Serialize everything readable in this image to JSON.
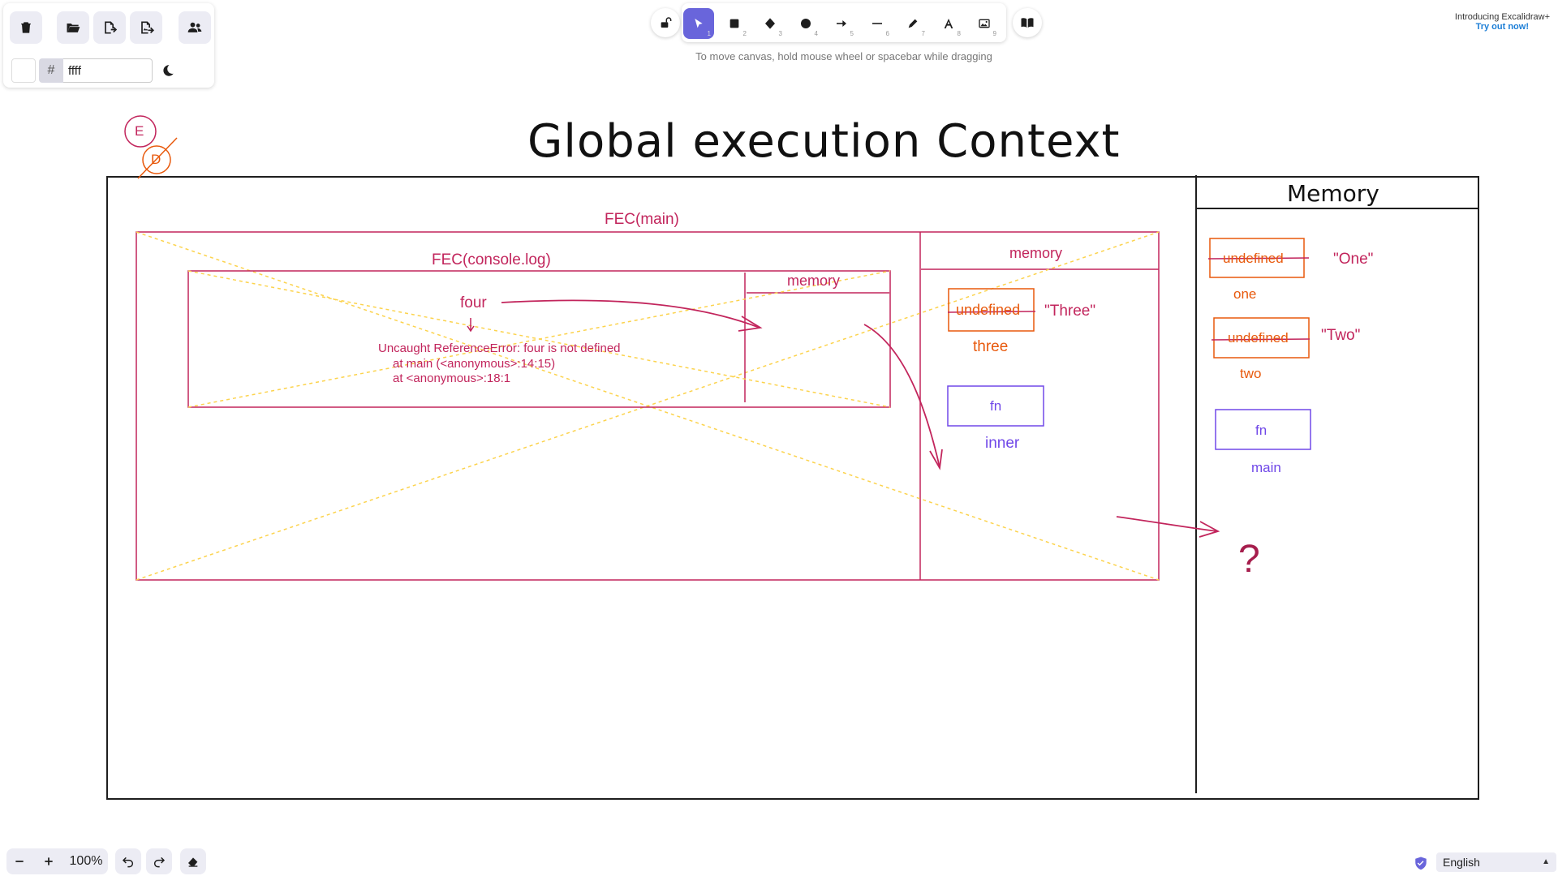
{
  "app": {
    "name": "Excalidraw"
  },
  "top_panel": {
    "hex_prefix": "#",
    "background_hex": "ffff",
    "buttons": [
      {
        "icon": "trash-icon"
      },
      {
        "icon": "folder-open-icon"
      },
      {
        "icon": "save-to-icon"
      },
      {
        "icon": "export-image-icon"
      },
      {
        "icon": "collaborate-icon"
      }
    ],
    "theme_icon": "moon-icon"
  },
  "toolbar": {
    "lock_icon": "unlock-icon",
    "tools": [
      {
        "name": "selection",
        "shortcut": "1",
        "active": true
      },
      {
        "name": "rectangle",
        "shortcut": "2"
      },
      {
        "name": "diamond",
        "shortcut": "3"
      },
      {
        "name": "ellipse",
        "shortcut": "4"
      },
      {
        "name": "arrow",
        "shortcut": "5"
      },
      {
        "name": "line",
        "shortcut": "6"
      },
      {
        "name": "draw",
        "shortcut": "7"
      },
      {
        "name": "text",
        "shortcut": "8"
      },
      {
        "name": "image",
        "shortcut": "9"
      }
    ],
    "library_icon": "library-icon",
    "hint": "To move canvas, hold mouse wheel or spacebar while dragging"
  },
  "promo": {
    "line1": "Introducing Excalidraw+",
    "line2": "Try out now!"
  },
  "canvas": {
    "title": "Global execution Context",
    "memory_header": "Memory",
    "marker_e": "E",
    "marker_d": "D",
    "fec_main": "FEC(main)",
    "fec_main_memory": "memory",
    "fec_console": "FEC(console.log)",
    "fec_console_memory": "memory",
    "four": "four",
    "error_line1": "Uncaught ReferenceError: four is not defined",
    "error_line2": "at main (<anonymous>:14:15)",
    "error_line3": "at <anonymous>:18:1",
    "main_undefined": "undefined",
    "main_three_value": "\"Three\"",
    "main_three_name": "three",
    "main_fn": "fn",
    "main_fn_name": "inner",
    "global_undefined_1": "undefined",
    "global_one_value": "\"One\"",
    "global_one_name": "one",
    "global_undefined_2": "undefined",
    "global_two_value": "\"Two\"",
    "global_two_name": "two",
    "global_fn": "fn",
    "global_fn_name": "main",
    "question": "?"
  },
  "bottom": {
    "zoom": "100%",
    "language": "English"
  },
  "colors": {
    "accent": "#6965db",
    "crimson": "#c2255c",
    "orange": "#e8590c",
    "purple": "#7048e8",
    "yellow_dashed": "#fcd34d"
  }
}
